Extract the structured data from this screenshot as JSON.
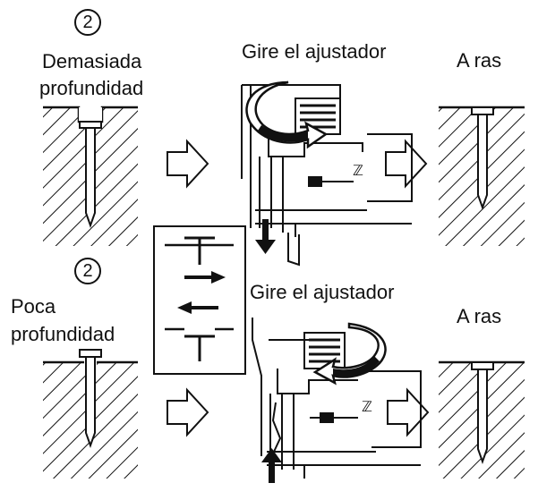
{
  "top": {
    "step_marker": "2",
    "condition_line1": "Demasiada",
    "condition_line2": "profundidad",
    "action": "Gire el ajustador",
    "result": "A ras"
  },
  "bottom": {
    "step_marker": "2",
    "condition_line1": "Poca",
    "condition_line2": "profundidad",
    "action": "Gire el ajustador",
    "result": "A ras"
  },
  "colors": {
    "ink": "#111111",
    "background": "#ffffff"
  }
}
